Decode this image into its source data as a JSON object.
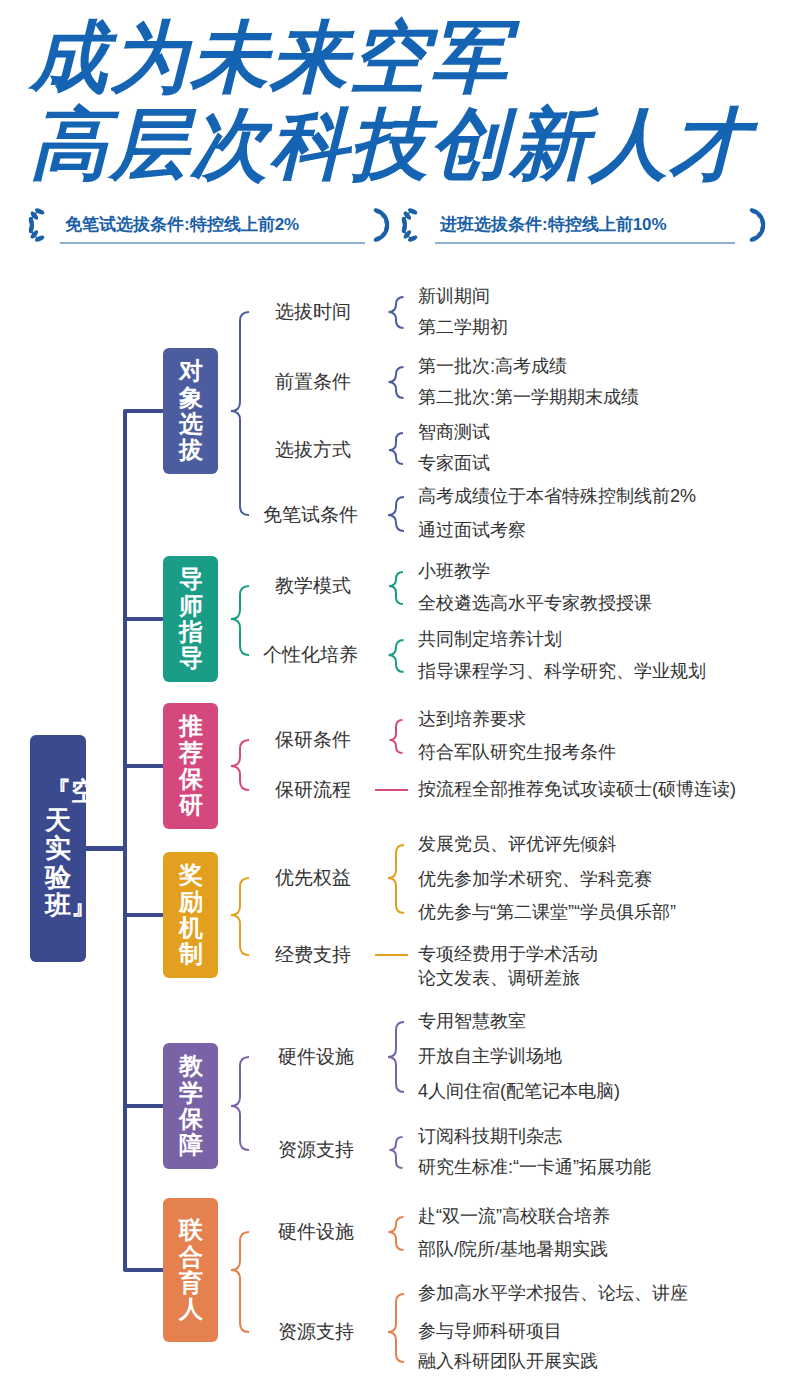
{
  "diagram": {
    "title": "成为未来空军 高层次科技创新人才",
    "nodes": [
      {
        "text": [
          "『空天实验班』"
        ]
      },
      {
        "text": [
          "对象选拔"
        ]
      },
      {
        "text": [
          "导师指导"
        ]
      },
      {
        "text": [
          "推荐保研"
        ]
      },
      {
        "text": [
          "奖励机制"
        ]
      },
      {
        "text": [
          "教学保障"
        ]
      },
      {
        "text": [
          "联合育人"
        ]
      }
    ],
    "edges": [
      {
        "from": 0,
        "to": 1,
        "arrow": "none"
      },
      {
        "from": 0,
        "to": 2,
        "arrow": "none"
      },
      {
        "from": 0,
        "to": 3,
        "arrow": "none"
      },
      {
        "from": 0,
        "to": 4,
        "arrow": "none"
      },
      {
        "from": 0,
        "to": 5,
        "arrow": "none"
      },
      {
        "from": 0,
        "to": 6,
        "arrow": "none"
      }
    ],
    "labels": [
      "免笔试选拔条件:特控线上前2%",
      "进班选拔条件:特控线上前10%",
      "选拔时间",
      "新训期间",
      "第二学期初",
      "前置条件",
      "第一批次:高考成绩",
      "第二批次:第一学期期末成绩",
      "选拔方式",
      "智商测试",
      "专家面试",
      "免笔试条件",
      "高考成绩位于本省特殊控制线前2%",
      "通过面试考察",
      "教学模式",
      "小班教学",
      "全校遴选高水平专家教授授课",
      "个性化培养",
      "共同制定培养计划",
      "指导课程学习、科学研究、学业规划",
      "保研条件",
      "达到培养要求",
      "符合军队研究生报考条件",
      "保研流程",
      "按流程全部推荐免试攻读硕士(硕博连读)",
      "优先权益",
      "发展党员、评优评先倾斜",
      "优先参加学术研究、学科竞赛",
      "优先参与“第二课堂”“学员俱乐部”",
      "经费支持",
      "专项经费用于学术活动 论文发表、调研差旅",
      "硬件设施",
      "专用智慧教室",
      "开放自主学训场地",
      "4人间住宿(配笔记本电脑)",
      "资源支持",
      "订阅科技期刊杂志",
      "研究生标准:“一卡通”拓展功能",
      "硬件设施",
      "赴“双一流”高校联合培养",
      "部队/院所/基地暑期实践",
      "资源支持",
      "参加高水平学术报告、论坛、讲座",
      "参与导师科研项目",
      "融入科研团队开展实践"
    ]
  }
}
